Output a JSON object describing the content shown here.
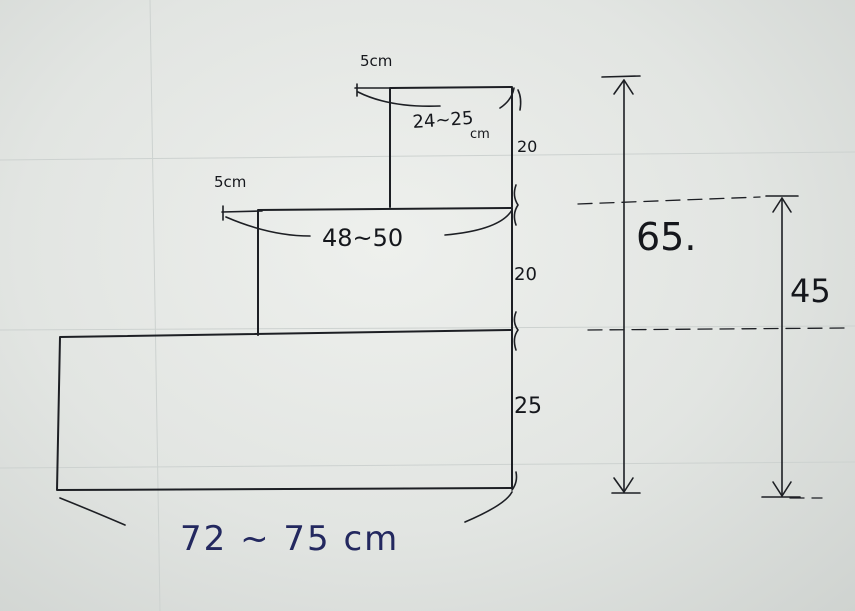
{
  "sketch": {
    "top_notch_width": "5cm",
    "top_tier_width": "24~25",
    "top_tier_width_unit": "cm",
    "middle_notch_width": "5cm",
    "middle_tier_width": "48~50",
    "height_top_tier": "20",
    "height_middle_tier": "20",
    "height_bottom_tier": "25",
    "total_height": "65.",
    "lower_height": "45",
    "bottom_width": "72 ~ 75 cm"
  },
  "colors": {
    "ink": "#1d1f24",
    "blue_ink": "#23285f",
    "paper": "#e6e9e6"
  }
}
